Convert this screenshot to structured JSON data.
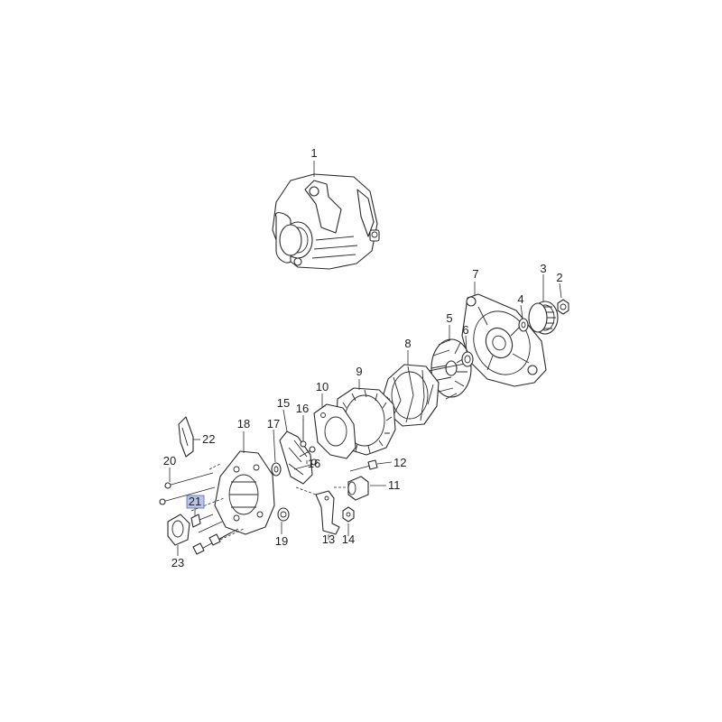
{
  "diagram": {
    "highlight_color": "#b8c4e8",
    "callouts": {
      "c1": "1",
      "c2": "2",
      "c3": "3",
      "c4": "4",
      "c5": "5",
      "c6": "6",
      "c7": "7",
      "c8": "8",
      "c9": "9",
      "c10": "10",
      "c11": "11",
      "c12": "12",
      "c13": "13",
      "c14": "14",
      "c15": "15",
      "c16a": "16",
      "c16b": "16",
      "c17": "17",
      "c18": "18",
      "c19": "19",
      "c20": "20",
      "c21": "21",
      "c22": "22",
      "c23": "23"
    },
    "parts": [
      {
        "id": "alternator-assembly",
        "icon": "alternator-icon"
      },
      {
        "id": "pulley-nut",
        "icon": "nut-icon"
      },
      {
        "id": "pulley",
        "icon": "pulley-icon"
      },
      {
        "id": "spacer",
        "icon": "washer-icon"
      },
      {
        "id": "fan",
        "icon": "fan-icon"
      },
      {
        "id": "bearing",
        "icon": "bearing-icon"
      },
      {
        "id": "drive-end-housing",
        "icon": "housing-icon"
      },
      {
        "id": "rotor",
        "icon": "rotor-icon"
      },
      {
        "id": "stator",
        "icon": "stator-icon"
      },
      {
        "id": "insulator-plate",
        "icon": "plate-icon"
      },
      {
        "id": "brush-holder",
        "icon": "brush-icon"
      },
      {
        "id": "screw",
        "icon": "screw-icon"
      },
      {
        "id": "regulator-bracket",
        "icon": "bracket-icon"
      },
      {
        "id": "nut",
        "icon": "nut-icon"
      },
      {
        "id": "rectifier",
        "icon": "rectifier-icon"
      },
      {
        "id": "rectifier-screw",
        "icon": "screw-icon"
      },
      {
        "id": "rear-bearing",
        "icon": "bearing-icon"
      },
      {
        "id": "slip-ring-end-housing",
        "icon": "housing-icon"
      },
      {
        "id": "terminal-nut",
        "icon": "nut-icon"
      },
      {
        "id": "through-bolt",
        "icon": "bolt-icon"
      },
      {
        "id": "terminal-stud",
        "icon": "stud-icon"
      },
      {
        "id": "rear-cover",
        "icon": "cover-icon"
      },
      {
        "id": "gasket",
        "icon": "gasket-icon"
      }
    ]
  }
}
